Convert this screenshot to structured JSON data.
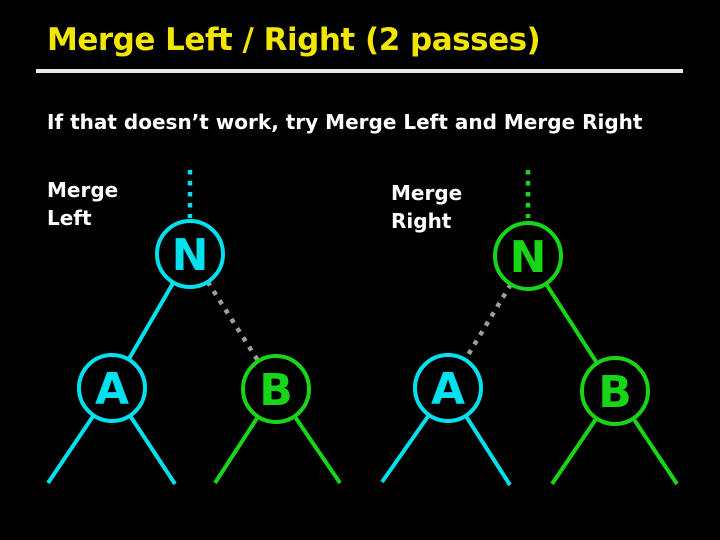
{
  "slide": {
    "title": "Merge Left / Right (2 passes)",
    "subtitle": "If that doesn’t work, try Merge Left and Merge Right"
  },
  "colors": {
    "background": "#000000",
    "title": "#f2e600",
    "divider": "#e8e8e8",
    "label-text": "#ffffff",
    "cyan": "#00e1ed",
    "green": "#17d517",
    "dotted-gray": "#9e9e9e"
  },
  "diagram": {
    "left_tree": {
      "label": "Merge Left",
      "root": "N",
      "root_color": "cyan",
      "left_child": "A",
      "left_child_color": "cyan",
      "right_child": "B",
      "right_child_color": "green",
      "dotted_edge": "root-to-right-child"
    },
    "right_tree": {
      "label": "Merge Right",
      "root": "N",
      "root_color": "green",
      "left_child": "A",
      "left_child_color": "cyan",
      "right_child": "B",
      "right_child_color": "green",
      "dotted_edge": "root-to-left-child"
    }
  }
}
